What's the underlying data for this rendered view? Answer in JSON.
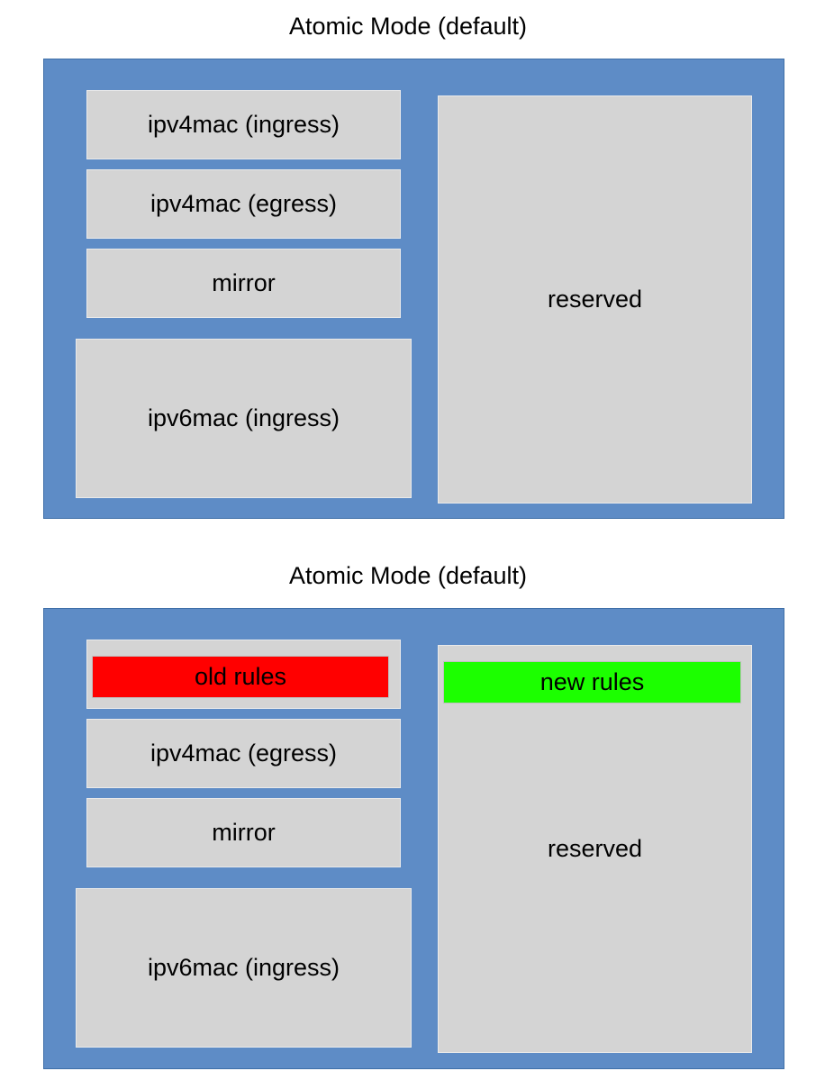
{
  "diagrams": [
    {
      "title": "Atomic Mode (default)",
      "blocks": {
        "ipv4mac_ingress": "ipv4mac (ingress)",
        "ipv4mac_egress": "ipv4mac (egress)",
        "mirror": "mirror",
        "ipv6mac_ingress": "ipv6mac (ingress)",
        "reserved": "reserved"
      }
    },
    {
      "title": "Atomic Mode (default)",
      "blocks": {
        "old_rules": "old rules",
        "ipv4mac_egress": "ipv4mac (egress)",
        "mirror": "mirror",
        "ipv6mac_ingress": "ipv6mac (ingress)",
        "new_rules": "new rules",
        "reserved": "reserved"
      }
    }
  ],
  "colors": {
    "panel": "#5e8cc6",
    "block": "#d4d4d4",
    "old_rules": "#ff0000",
    "new_rules": "#1cff00"
  }
}
